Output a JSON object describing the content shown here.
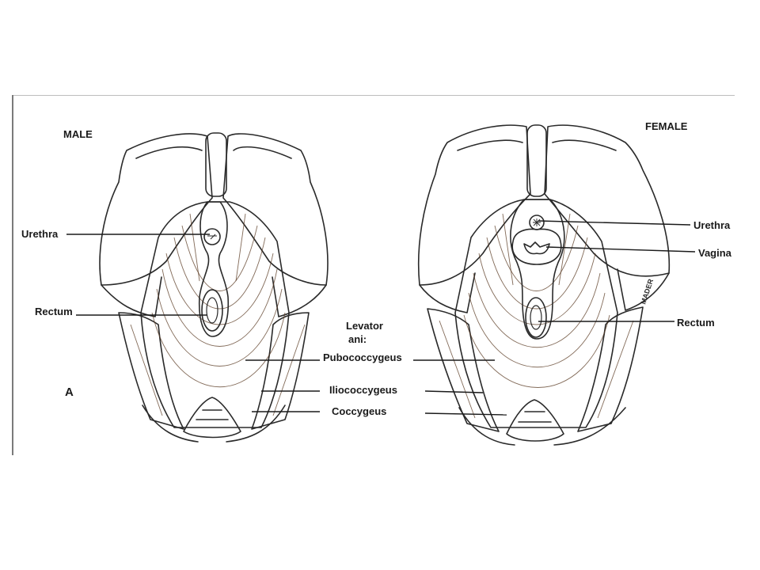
{
  "panels": {
    "male": {
      "title": "MALE",
      "panel_letter": "A"
    },
    "female": {
      "title": "FEMALE",
      "signature": "MADER"
    }
  },
  "labels": {
    "urethra": "Urethra",
    "rectum": "Rectum",
    "vagina": "Vagina",
    "levator_ani_1": "Levator",
    "levator_ani_2": "ani:",
    "pubococcygeus": "Pubococcygeus",
    "iliococcygeus": "Iliococcygeus",
    "coccygeus": "Coccygeus"
  },
  "colors": {
    "bone_male": "#fbf3d2",
    "bone_female": "#f3d98a",
    "muscle": "#c99a72",
    "muscle_dark": "#a9744c",
    "urethra": "#f0df3a",
    "vagina": "#e9a2c2",
    "frame": "#bdbdbd"
  }
}
